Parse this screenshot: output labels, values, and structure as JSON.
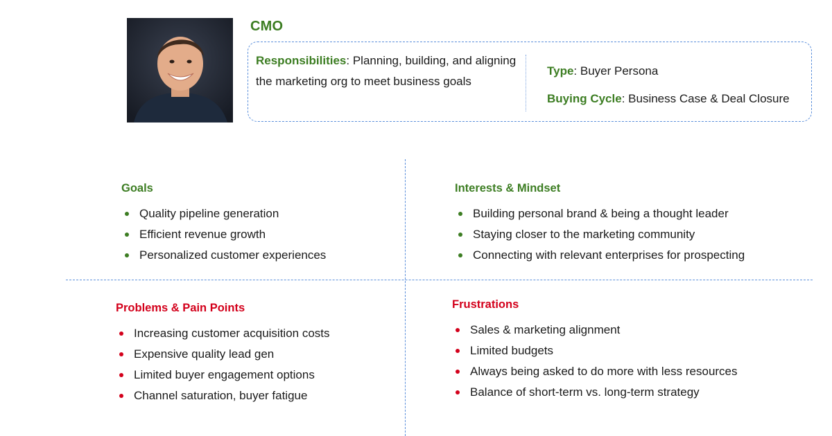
{
  "persona": {
    "title": "CMO",
    "responsibilities_label": "Responsibilities",
    "responsibilities_text": "Planning, building, and aligning the marketing org to meet business goals",
    "type_label": "Type",
    "type_value": "Buyer Persona",
    "buying_cycle_label": "Buying Cycle",
    "buying_cycle_value": "Business Case & Deal Closure"
  },
  "goals": {
    "heading": "Goals",
    "items": [
      "Quality pipeline generation",
      "Efficient revenue growth",
      "Personalized customer experiences"
    ]
  },
  "interests": {
    "heading": "Interests & Mindset",
    "items": [
      "Building personal brand & being a thought leader",
      "Staying closer to the marketing community",
      "Connecting with relevant enterprises for prospecting"
    ]
  },
  "problems": {
    "heading": "Problems & Pain Points",
    "items": [
      "Increasing customer acquisition costs",
      "Expensive quality lead gen",
      "Limited buyer engagement options",
      "Channel saturation, buyer fatigue"
    ]
  },
  "frustrations": {
    "heading": "Frustrations",
    "items": [
      "Sales & marketing alignment",
      "Limited budgets",
      "Always being asked to do more with less resources",
      "Balance of short-term vs. long-term strategy"
    ]
  },
  "colors": {
    "accent_green": "#3c7d22",
    "accent_red": "#d3001b",
    "divider_blue": "#5b8fdb"
  }
}
